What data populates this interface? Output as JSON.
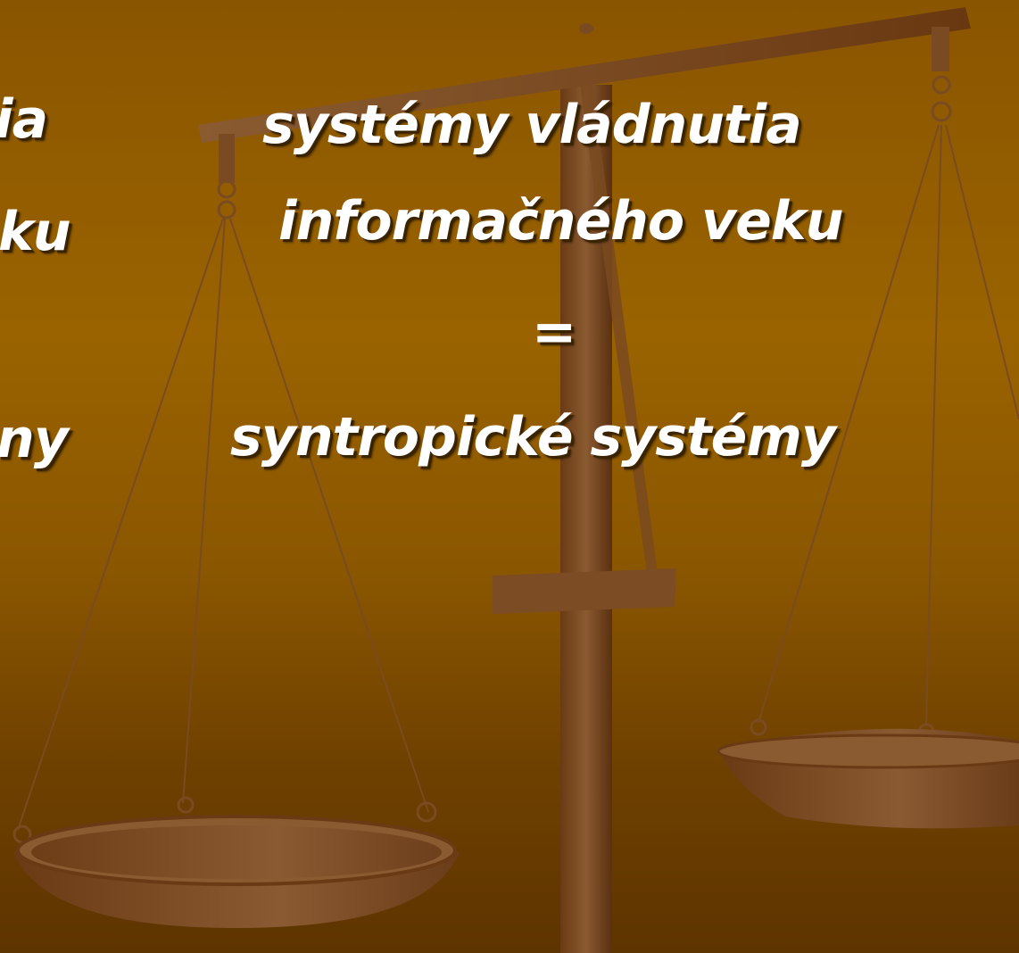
{
  "slide": {
    "left_column": {
      "line1": "ia",
      "line2": "ku",
      "line3": "ny"
    },
    "right_column": {
      "line1": "systémy vládnutia",
      "line2": "informačného veku",
      "equals": "=",
      "line3": "syntropické systémy"
    }
  },
  "colors": {
    "background_top": "#8a5500",
    "background_bottom": "#5e3400",
    "text": "#ffffff",
    "text_shadow": "#3a2300",
    "scale_wood": "#7a4a20"
  },
  "icons": [
    "balance-scale-illustration"
  ]
}
